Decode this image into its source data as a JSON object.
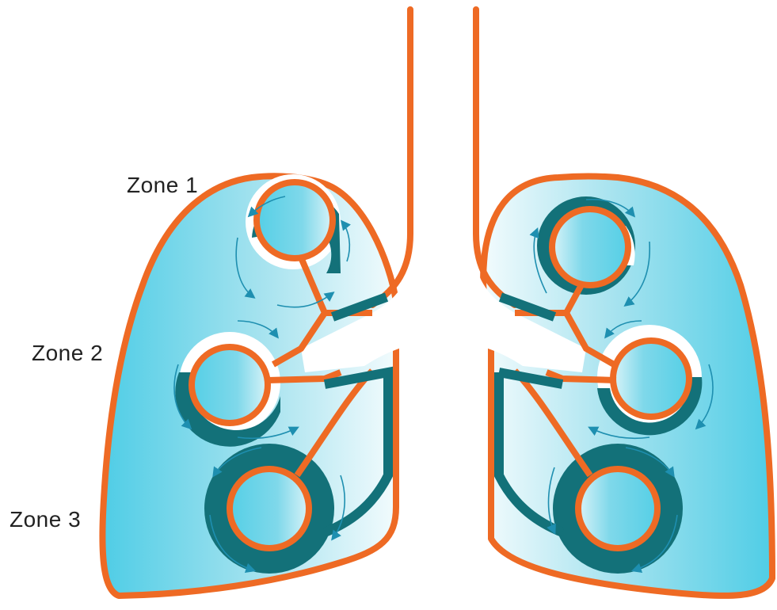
{
  "labels": {
    "zone1": "Zone 1",
    "zone2": "Zone 2",
    "zone3": "Zone 3"
  },
  "colors": {
    "outline": "#ee6a24",
    "tissue_light": "#e8f7fb",
    "tissue_mid": "#9fe0ee",
    "tissue_dark": "#4fcde6",
    "vessel": "#137179",
    "arrow": "#1e8fb0"
  },
  "icons": [
    "left-lung-icon",
    "right-lung-icon",
    "trachea-icon",
    "alveolus-icon",
    "blood-flow-arrow-icon"
  ]
}
